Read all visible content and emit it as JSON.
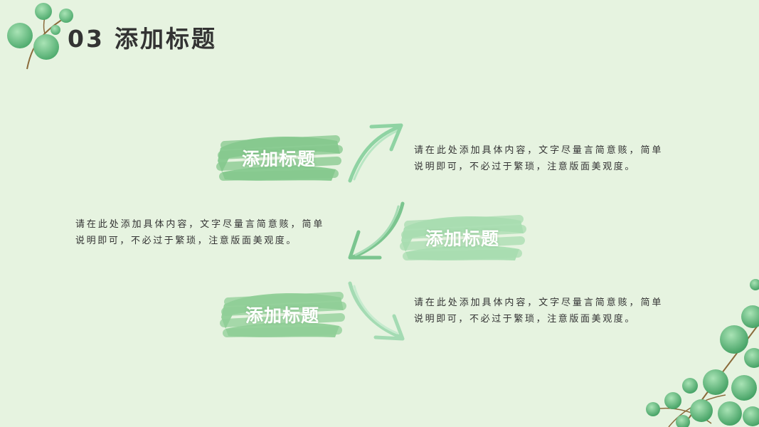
{
  "header": {
    "number": "03",
    "title": "添加标题"
  },
  "items": [
    {
      "title": "添加标题",
      "text": "请在此处添加具体内容，文字尽量言简意赅，简单说明即可，不必过于繁琐，注意版面美观度。"
    },
    {
      "title": "添加标题",
      "text": "请在此处添加具体内容，文字尽量言简意赅，简单说明即可，不必过于繁琐，注意版面美观度。"
    },
    {
      "title": "添加标题",
      "text": "请在此处添加具体内容，文字尽量言简意赅，简单说明即可，不必过于繁琐，注意版面美观度。"
    }
  ],
  "colors": {
    "background": "#e6f3e0",
    "brush_dark": "#86c98e",
    "brush_light": "#a9ddb1",
    "arrow": "#8fd3a3",
    "leaf": "#6fc28a",
    "stem": "#8a6a3a",
    "text": "#333333"
  },
  "icons": {
    "top_left": "eucalyptus-branch-icon",
    "bottom_right": "eucalyptus-branch-icon",
    "arrows": [
      "arrow-up-right-icon",
      "arrow-down-left-icon",
      "arrow-down-right-icon"
    ]
  }
}
